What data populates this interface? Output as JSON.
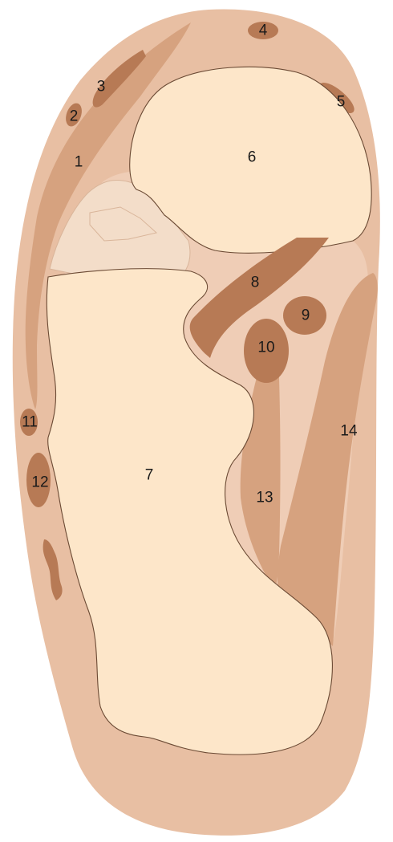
{
  "diagram": {
    "colors": {
      "background": "#ffffff",
      "soft_tissue": "#e8bfa3",
      "inner_tissue": "#efcdb6",
      "fat_pad": "#f3ddc9",
      "muscle": "#d6a27f",
      "tendon": "#b77a55",
      "bone": "#fde6c9",
      "outline": "#6b4a34"
    },
    "labels": [
      "1",
      "2",
      "3",
      "4",
      "5",
      "6",
      "7",
      "8",
      "9",
      "10",
      "11",
      "12",
      "13",
      "14"
    ]
  }
}
